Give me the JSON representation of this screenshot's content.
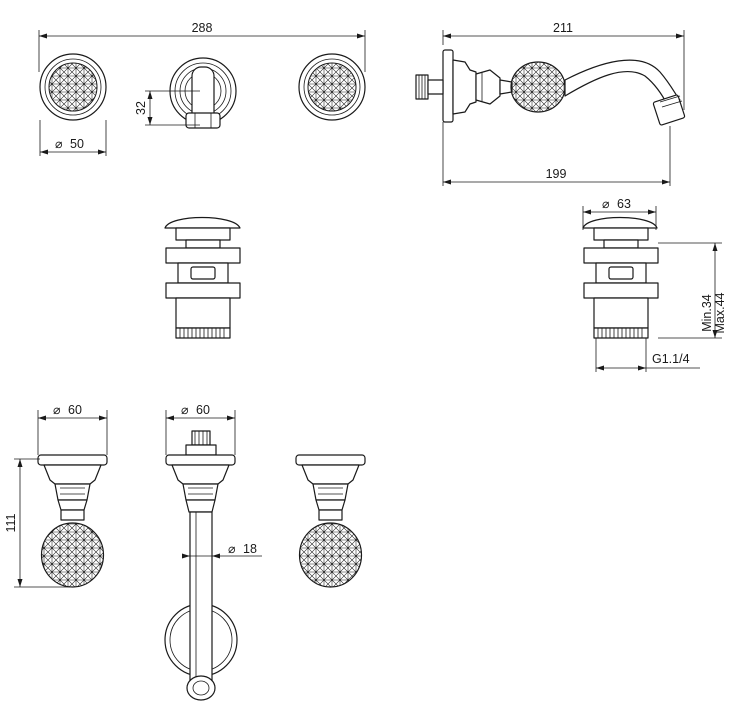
{
  "dimensions": {
    "top_width": "288",
    "knob_diameter": "50",
    "handle_offset": "32",
    "spout_overall": "211",
    "spout_projection": "199",
    "waste_left_cap": "63",
    "waste_range_min": "Min.34",
    "waste_range_max": "Max.44",
    "waste_thread": "G1.1/4",
    "side_flange_left": "60",
    "side_flange_center": "60",
    "spout_pipe": "18",
    "side_height": "111"
  },
  "symbols": {
    "diameter": "⌀"
  }
}
